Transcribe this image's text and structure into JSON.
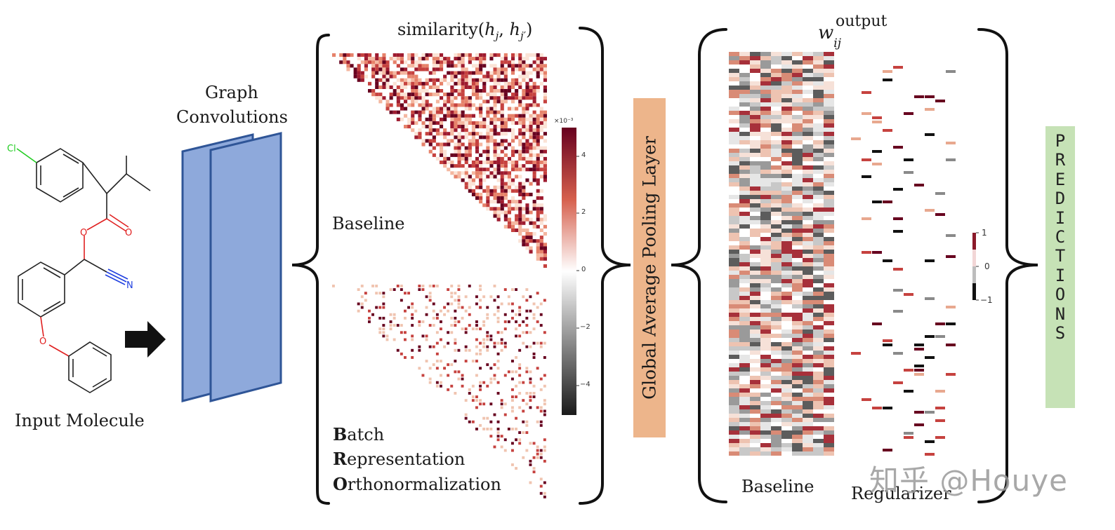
{
  "molecule": {
    "label": "Input Molecule",
    "atoms": {
      "chlorine": "Cl",
      "oxygen": "O",
      "nitrogen": "N"
    },
    "colors": {
      "bond": "#222222",
      "chlorine": "#22cc22",
      "oxygen": "#e02020",
      "nitrogen": "#2040e0"
    }
  },
  "convolutions": {
    "label_line1": "Graph",
    "label_line2": "Convolutions",
    "fill": "#8ea9db",
    "stroke": "#2f5597"
  },
  "similarity": {
    "title_prefix": "similarity(",
    "h1": "h",
    "sub1": "j",
    "comma": ", ",
    "h2": "h",
    "sub2": "j′",
    "title_suffix": ")",
    "baseline_label": "Baseline",
    "bro_lines": [
      {
        "initial": "B",
        "rest": "atch"
      },
      {
        "initial": "R",
        "rest": "epresentation"
      },
      {
        "initial": "O",
        "rest": "rthonormalization"
      }
    ],
    "colorbar": {
      "exponent": "×10⁻³",
      "ticks": [
        "4",
        "2",
        "0",
        "−2",
        "−4"
      ],
      "colors": [
        "#67001f",
        "#ffffff",
        "#1a1a1a"
      ]
    }
  },
  "pooling": {
    "label": "Global Average Pooling Layer",
    "fill": "#edb58b"
  },
  "output_weights": {
    "w": "w",
    "subscript": "ij",
    "superscript": "output",
    "baseline_label": "Baseline",
    "regularizer_label": "Regularizer",
    "colorbar": {
      "ticks": [
        "1",
        "0",
        "−1"
      ]
    }
  },
  "predictions": {
    "label": "PREDICTIONS",
    "fill": "#c6e2b6"
  },
  "watermark": "知乎 @Houye"
}
